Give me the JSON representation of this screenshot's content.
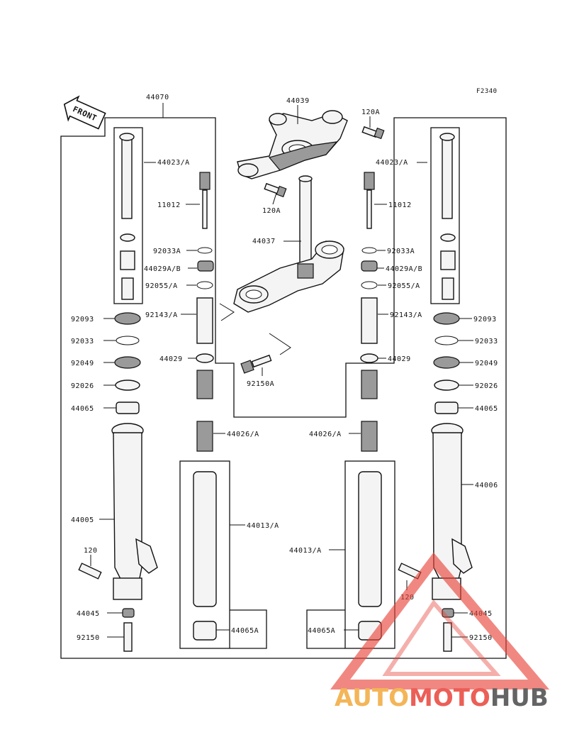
{
  "figure_code": "F2340",
  "front_label": "FRONT",
  "labels": {
    "p44070": "44070",
    "p44039": "44039",
    "p120A_top": "120A",
    "p120A_mid": "120A",
    "p44023A_l": "44023/A",
    "p44023A_r": "44023/A",
    "p11012_l": "11012",
    "p11012_r": "11012",
    "p44037": "44037",
    "p92033A_l": "92033A",
    "p92033A_r": "92033A",
    "p44029AB_l": "44029A/B",
    "p44029AB_r": "44029A/B",
    "p92055A_l": "92055/A",
    "p92055A_r": "92055/A",
    "p92093_l": "92093",
    "p92093_r": "92093",
    "p92143A_l": "92143/A",
    "p92143A_r": "92143/A",
    "p92033_l": "92033",
    "p92033_r": "92033",
    "p92049_l": "92049",
    "p92049_r": "92049",
    "p44029_l": "44029",
    "p44029_r": "44029",
    "p92150A": "92150A",
    "p92026_l": "92026",
    "p92026_r": "92026",
    "p44065_l": "44065",
    "p44065_r": "44065",
    "p44026A_l": "44026/A",
    "p44026A_r": "44026/A",
    "p44006": "44006",
    "p44005": "44005",
    "p44013A_l": "44013/A",
    "p44013A_r": "44013/A",
    "p120_l": "120",
    "p120_r": "120",
    "p44045_l": "44045",
    "p44045_r": "44045",
    "p92150_l": "92150",
    "p92150_r": "92150",
    "p44065A_l": "44065A",
    "p44065A_r": "44065A"
  },
  "watermark": {
    "part1": "AUTO",
    "part2": "MOTO",
    "part3": "HUB",
    "color1": "#f2a93b",
    "color2": "#e8443a",
    "color3": "#4a4a4a"
  }
}
